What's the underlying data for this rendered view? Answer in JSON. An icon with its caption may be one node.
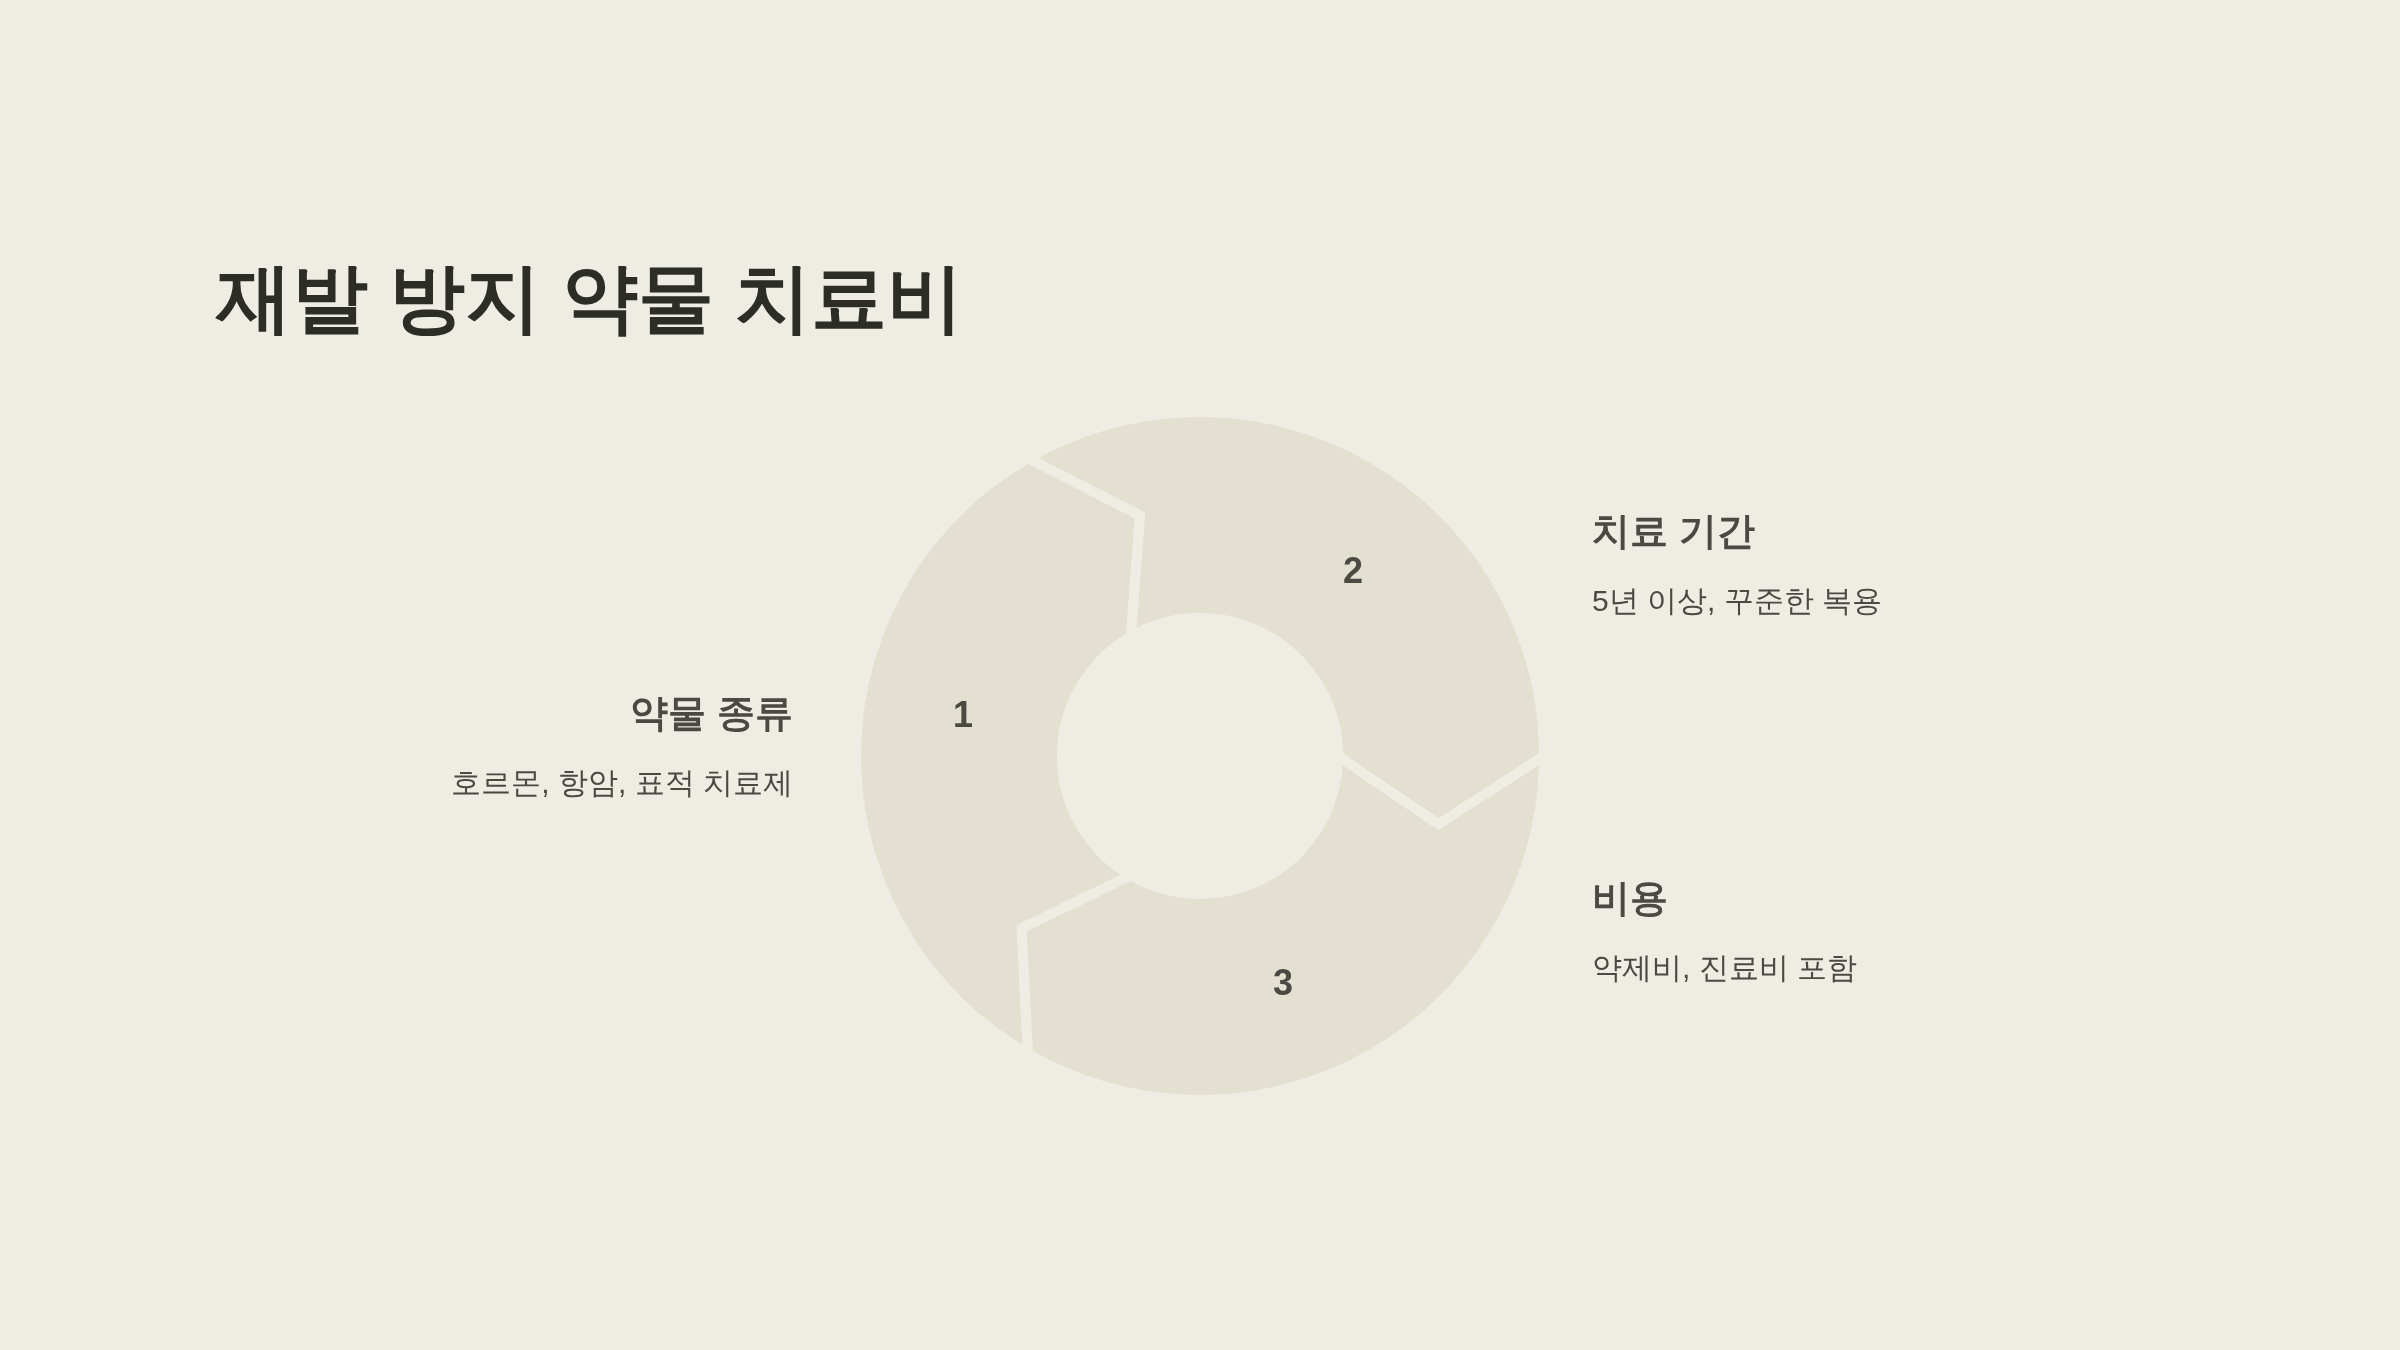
{
  "diagram": {
    "title": "재발 방지 약물 치료비",
    "nodes": [
      {
        "text": [
          "1"
        ],
        "beside": [
          "약물 종류",
          "호르몬, 항암, 표적 치료제"
        ]
      },
      {
        "text": [
          "2"
        ],
        "beside": [
          "치료 기간",
          "5년 이상, 꾸준한 복용"
        ]
      },
      {
        "text": [
          "3"
        ],
        "beside": [
          "비용",
          "약제비, 진료비 포함"
        ]
      }
    ]
  }
}
